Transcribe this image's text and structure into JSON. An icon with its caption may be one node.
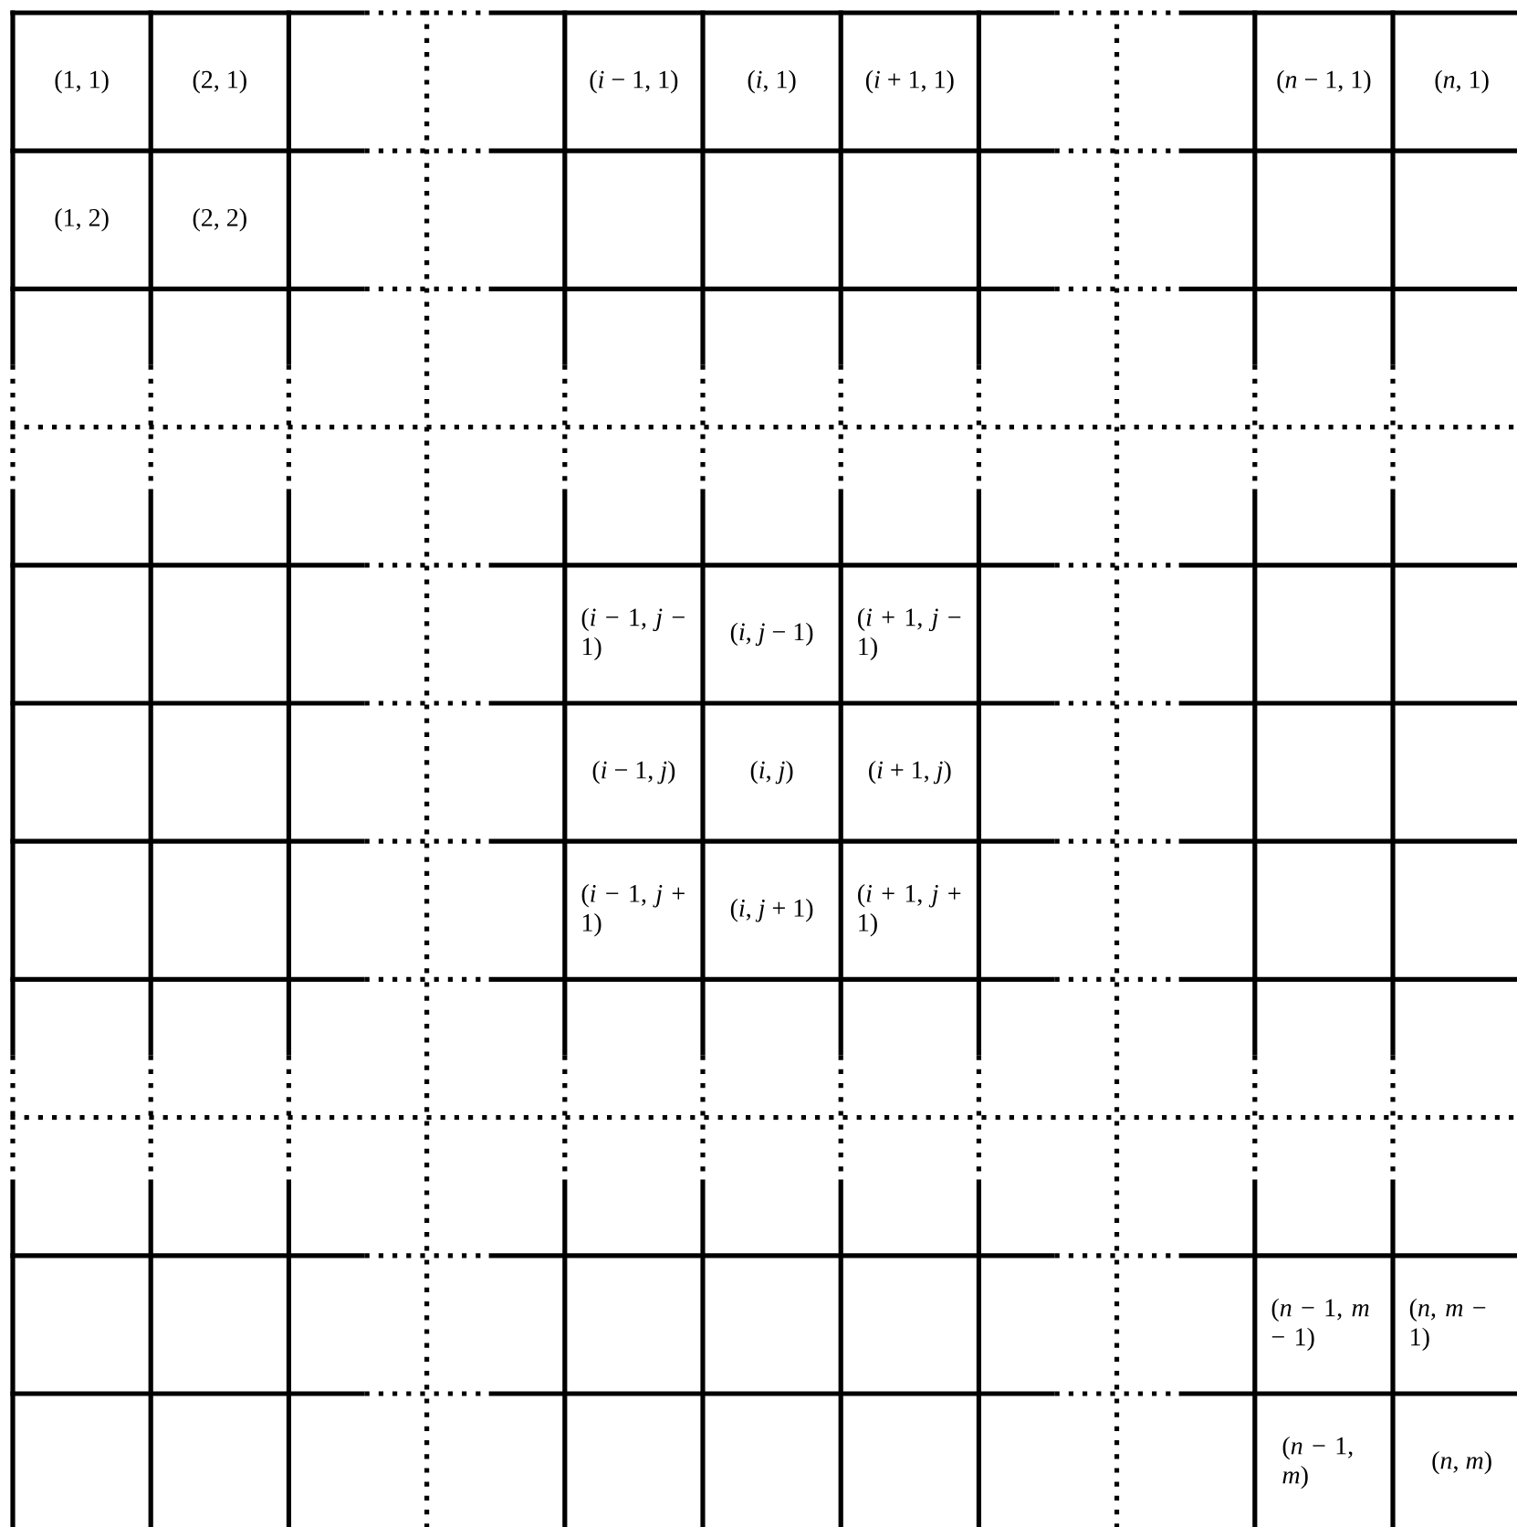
{
  "diagram": {
    "labels": [
      "(1, 1)",
      "(2, 1)",
      "(*i* − 1, 1)",
      "(*i*, 1)",
      "(*i* + 1, 1)",
      "(*n* − 1, 1)",
      "(*n*, 1)",
      "(1, 2)",
      "(2, 2)",
      "(*i* − 1, *j* − 1)",
      "(*i*, *j* − 1)",
      "(*i* + 1, *j* − 1)",
      "(*i* − 1, *j*)",
      "(*i*, *j*)",
      "(*i* + 1, *j*)",
      "(*i* − 1, *j* + 1)",
      "(*i*, *j* + 1)",
      "(*i* + 1, *j* + 1)",
      "(*n* − 1, *m* − 1)",
      "(*n*, *m* − 1)",
      "(*n* − 1, *m*)",
      "(*n*, *m*)"
    ]
  }
}
